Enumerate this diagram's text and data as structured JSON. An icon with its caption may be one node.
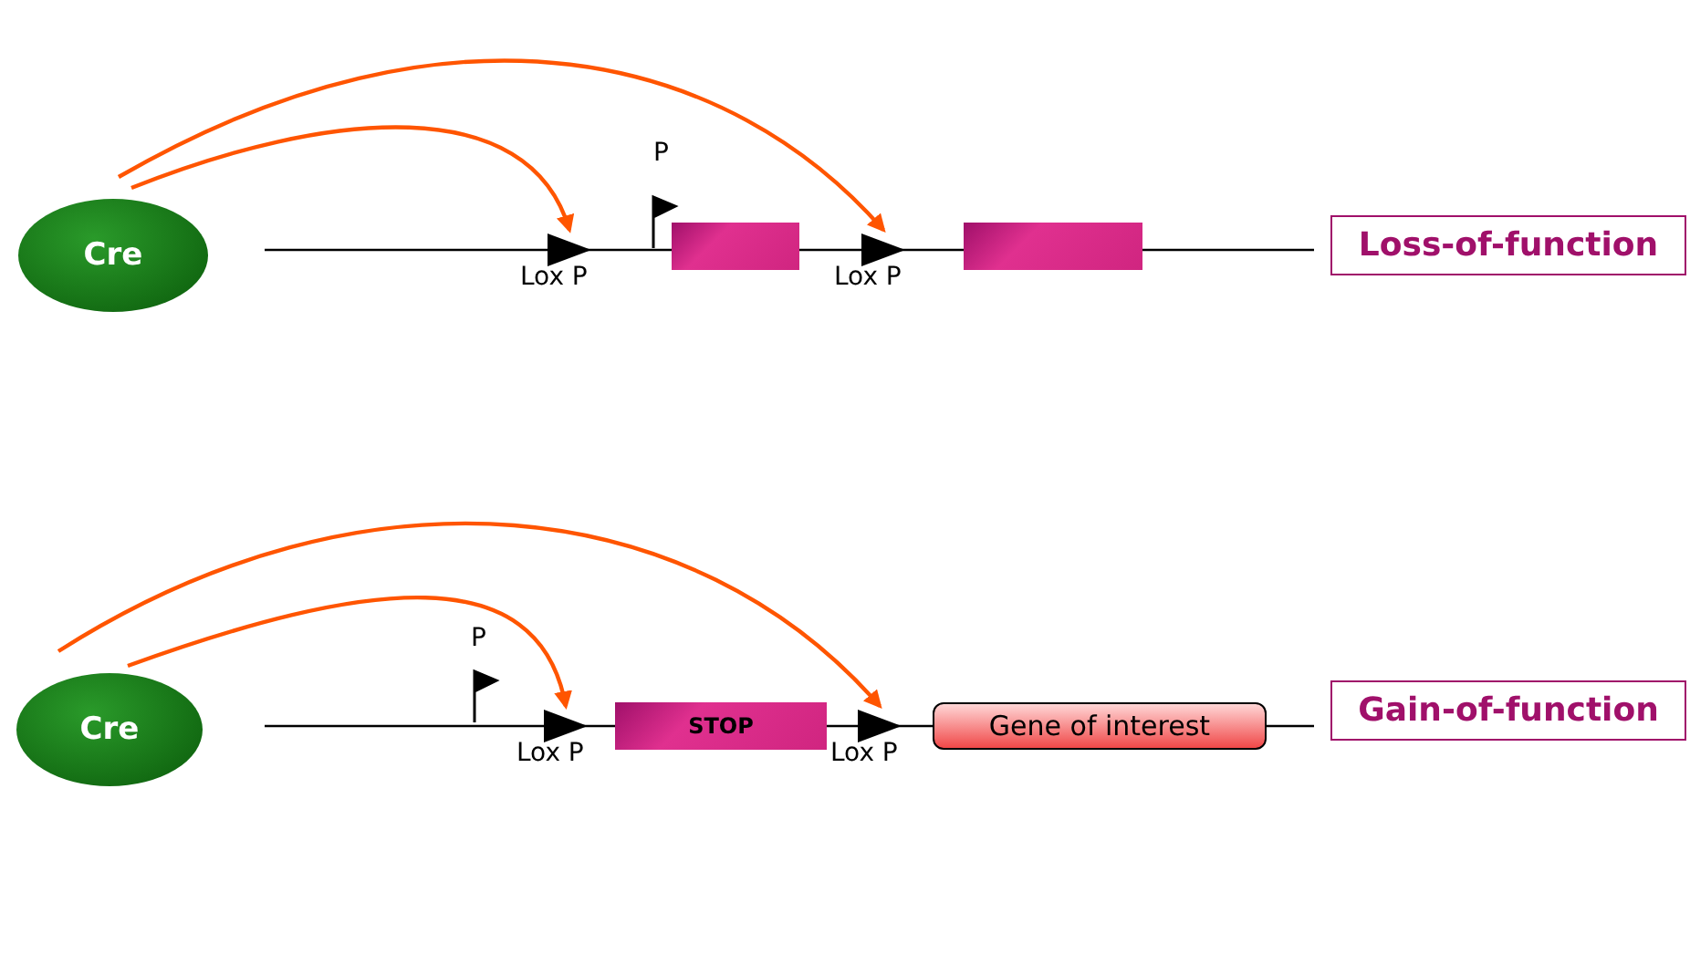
{
  "diagram": {
    "nodes": [
      {
        "text": [
          "Cre"
        ]
      },
      {
        "text": [],
        "shape": "triangle",
        "beside": [
          "Lox P"
        ]
      },
      {
        "text": [],
        "shape": "bar"
      },
      {
        "text": [],
        "shape": "triangle",
        "beside": [
          "Lox P"
        ]
      },
      {
        "text": [],
        "shape": "bar"
      },
      {
        "text": [
          "Loss-of-function"
        ]
      },
      {
        "text": [
          "Cre"
        ]
      },
      {
        "text": [],
        "shape": "triangle",
        "beside": [
          "Lox P"
        ]
      },
      {
        "text": [
          "STOP"
        ]
      },
      {
        "text": [],
        "shape": "triangle",
        "beside": [
          "Lox P"
        ]
      },
      {
        "text": [
          "Gene of interest"
        ]
      },
      {
        "text": [
          "Gain-of-function"
        ]
      }
    ],
    "edges": [
      {
        "from": 0,
        "to": 1,
        "arrow": "to"
      },
      {
        "from": 0,
        "to": 3,
        "arrow": "to"
      },
      {
        "from": 6,
        "to": 7,
        "arrow": "to"
      },
      {
        "from": 6,
        "to": 9,
        "arrow": "to"
      }
    ],
    "labels": [
      "P",
      "P"
    ]
  }
}
